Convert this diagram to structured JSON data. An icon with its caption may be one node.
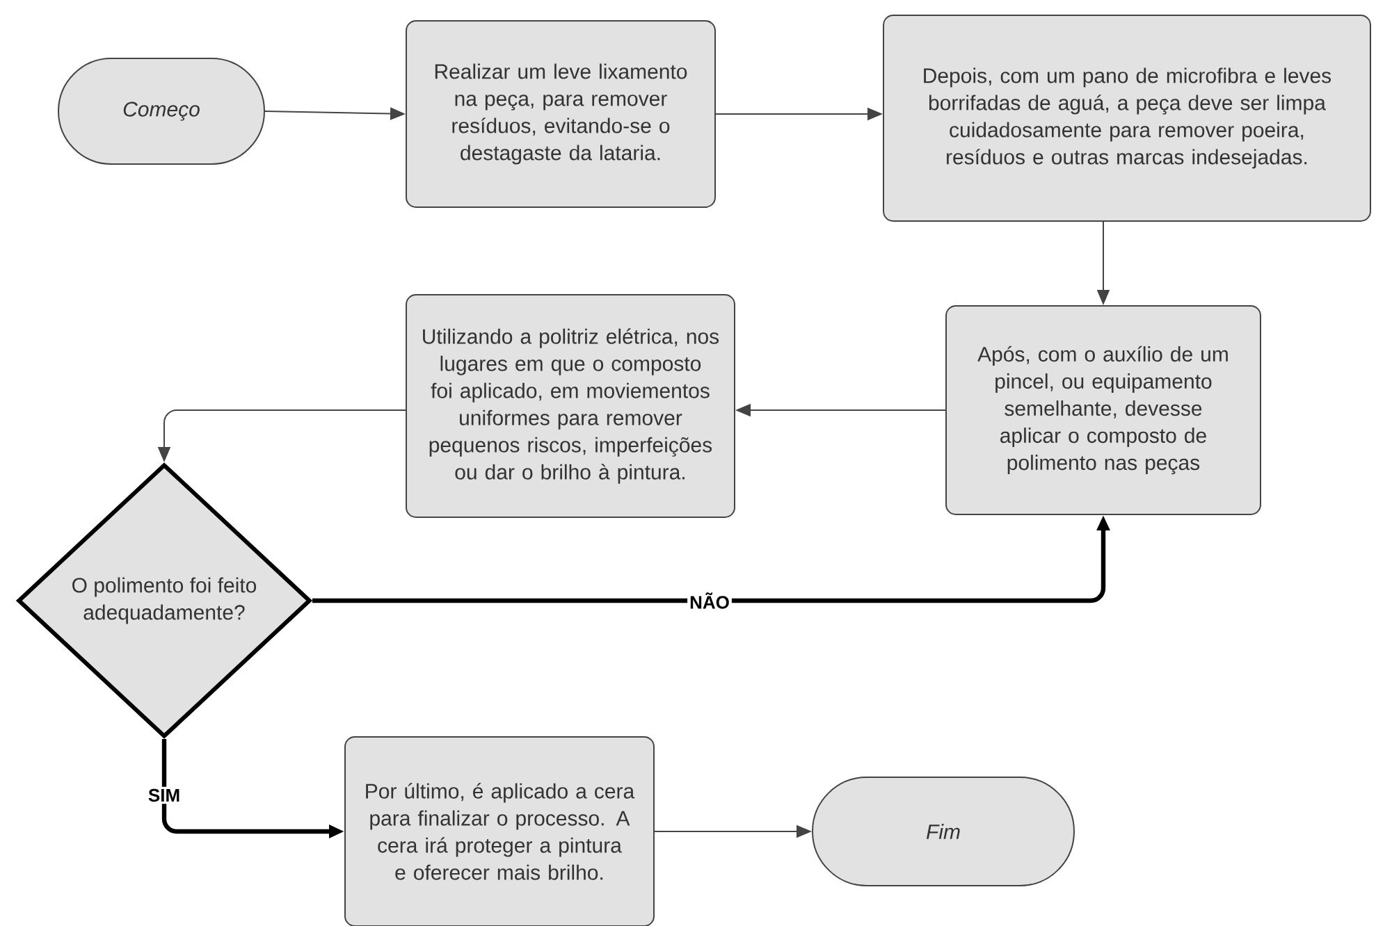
{
  "diagram": {
    "nodes": [
      {
        "text": [
          "Começo"
        ]
      },
      {
        "text": [
          "Realizar um leve lixamento na peça, para remover resíduos, evitando-se o destagaste da lataria."
        ]
      },
      {
        "text": [
          "Depois, com um pano de microfibra e leves borrifadas de aguá, a peça deve ser limpa cuidadosamente para remover poeira, resíduos e outras marcas indesejadas."
        ]
      },
      {
        "text": [
          "Após, com o auxílio de um pincel, ou equipamento semelhante, devesse aplicar o composto de polimento nas peças"
        ]
      },
      {
        "text": [
          "Utilizando a politriz elétrica, nos lugares em que o composto foi aplicado, em moviementos uniformes para remover pequenos riscos, imperfeições ou dar o brilho à pintura."
        ]
      },
      {
        "text": [
          "O polimento foi feito adequadamente?"
        ]
      },
      {
        "text": [
          "Por último, é aplicado a cera para finalizar o processo. A cera irá proteger a pintura e oferecer mais brilho."
        ]
      },
      {
        "text": [
          "Fim"
        ]
      }
    ],
    "edges": [
      {
        "from": 0,
        "to": 1,
        "arrow": "to"
      },
      {
        "from": 1,
        "to": 2,
        "arrow": "to"
      },
      {
        "from": 2,
        "to": 3,
        "arrow": "to"
      },
      {
        "from": 3,
        "to": 4,
        "arrow": "to"
      },
      {
        "from": 4,
        "to": 5,
        "arrow": "to"
      },
      {
        "from": 5,
        "to": 3,
        "arrow": "to",
        "label": "NÃO",
        "style": "thick",
        "color": "#000000"
      },
      {
        "from": 5,
        "to": 6,
        "arrow": "to",
        "label": "SIM",
        "style": "thick",
        "color": "#000000"
      },
      {
        "from": 6,
        "to": 7,
        "arrow": "to"
      }
    ]
  }
}
